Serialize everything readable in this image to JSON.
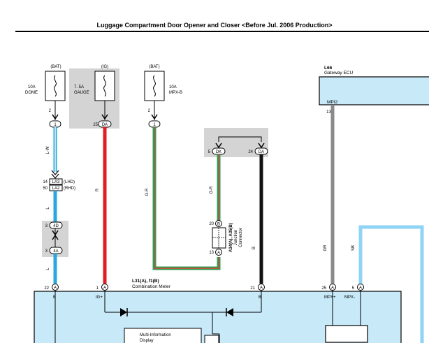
{
  "header": {
    "title": "Luggage Compartment Door Opener and Closer <Before Jul. 2006 Production>"
  },
  "fuses": [
    {
      "source": "(BAT)",
      "amp": "10A",
      "name": "DOME",
      "pin": "2",
      "connector": "1"
    },
    {
      "source": "(IG)",
      "amp": "7. 5A",
      "name": "GAUGE",
      "pin": "25",
      "connector": "DA"
    },
    {
      "source": "(BAT)",
      "amp": "10A",
      "name": "MPX-B",
      "pin": "2",
      "connector": "1"
    }
  ],
  "gateway": {
    "id": "L66",
    "name": "Gateway ECU",
    "pin_label": "MPI2",
    "pin": "13"
  },
  "junction_top": {
    "pin_a": "5",
    "conn_a": "DK",
    "pin_b": "24",
    "conn_b": "DA"
  },
  "wires": {
    "lw": "L-W",
    "r": "R",
    "gr1": "G-R",
    "gr2": "G-R",
    "b": "B",
    "gr": "GR",
    "sb": "SB",
    "l1": "L",
    "l2": "L"
  },
  "la_connectors": [
    {
      "pin": "14",
      "label": "LA3",
      "side": "(LHD)"
    },
    {
      "pin": "50",
      "label": "LA2",
      "side": "(RHD)"
    }
  ],
  "connector_4d": {
    "pin": "3",
    "label": "4D"
  },
  "connector_4a": {
    "pin": "3",
    "label": "4A"
  },
  "junction_conn": {
    "pin_b": "20",
    "conn_b": "B",
    "pin_a": "13",
    "conn_a": "A",
    "id": "A34(A), A35(B)",
    "name1": "Junction",
    "name2": "Connector"
  },
  "meter": {
    "id": "L31(A), f1(B)",
    "name": "Combination Meter"
  },
  "meter_pins": [
    {
      "pin": "22",
      "conn": "A",
      "label": "B"
    },
    {
      "pin": "1",
      "conn": "A",
      "label": "IG+"
    },
    {
      "pin": "21",
      "conn": "A",
      "label": "B"
    },
    {
      "pin": "25",
      "conn": "A",
      "label": "MPX+"
    },
    {
      "pin": "5",
      "conn": "A",
      "label": "MPX-"
    }
  ],
  "display": {
    "line1": "Multi-Information",
    "line2": "Display"
  }
}
